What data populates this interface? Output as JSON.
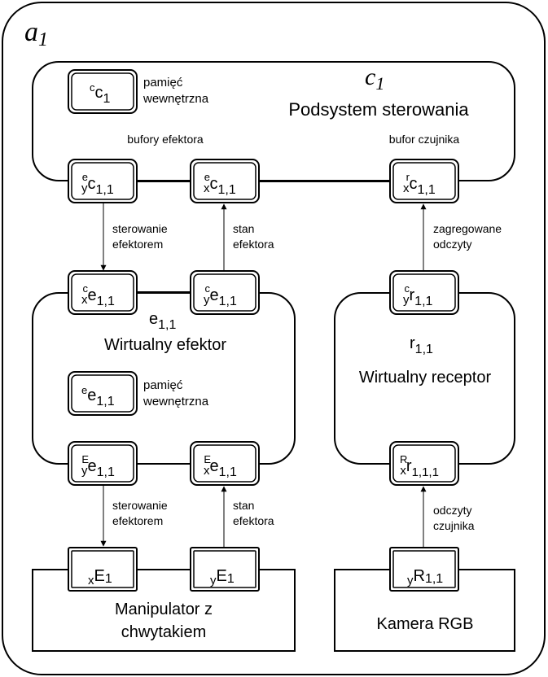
{
  "agent": {
    "name": "a",
    "sub": "1"
  },
  "control": {
    "name": "c",
    "sub": "1",
    "title": "Podsystem sterowania",
    "memory": {
      "sup": "c",
      "base": "c",
      "sub": "1",
      "label1": "pamięć",
      "label2": "wewnętrzna"
    },
    "effector_buffers_label": "bufory efektora",
    "sensor_buffer_label": "bufor czujnika",
    "ports": {
      "ye": {
        "sup": "e",
        "pre": "y",
        "base": "c",
        "sub": "1,1"
      },
      "xe": {
        "sup": "e",
        "pre": "x",
        "base": "c",
        "sub": "1,1"
      },
      "xr": {
        "sup": "r",
        "pre": "x",
        "base": "c",
        "sub": "1,1"
      }
    }
  },
  "effector": {
    "name": "e",
    "sub": "1,1",
    "title": "Wirtualny efektor",
    "memory": {
      "sup": "e",
      "base": "e",
      "sub": "1,1",
      "label1": "pamięć",
      "label2": "wewnętrzna"
    },
    "ports": {
      "xc": {
        "sup": "c",
        "pre": "x",
        "base": "e",
        "sub": "1,1"
      },
      "yc": {
        "sup": "c",
        "pre": "y",
        "base": "e",
        "sub": "1,1"
      },
      "yE": {
        "sup": "E",
        "pre": "y",
        "base": "e",
        "sub": "1,1"
      },
      "xE": {
        "sup": "E",
        "pre": "x",
        "base": "e",
        "sub": "1,1"
      }
    }
  },
  "receptor": {
    "name": "r",
    "sub": "1,1",
    "title": "Wirtualny receptor",
    "ports": {
      "yc": {
        "sup": "c",
        "pre": "y",
        "base": "r",
        "sub": "1,1"
      },
      "xR": {
        "sup": "R",
        "pre": "x",
        "base": "r",
        "sub": "1,1,1"
      }
    }
  },
  "manipulator": {
    "title1": "Manipulator z",
    "title2": "chwytakiem",
    "ports": {
      "x": {
        "pre": "x",
        "base": "E",
        "sub": "1"
      },
      "y": {
        "pre": "y",
        "base": "E",
        "sub": "1"
      }
    }
  },
  "camera": {
    "title": "Kamera RGB",
    "port": {
      "pre": "y",
      "base": "R",
      "sub": "1,1"
    }
  },
  "arrows": {
    "control_to_effector": {
      "l1": "sterowanie",
      "l2": "efektorem"
    },
    "effector_state_up": {
      "l1": "stan",
      "l2": "efektora"
    },
    "aggregated": {
      "l1": "zagregowane",
      "l2": "odczyty"
    },
    "effector_to_manip": {
      "l1": "sterowanie",
      "l2": "efektorem"
    },
    "manip_state_up": {
      "l1": "stan",
      "l2": "efektora"
    },
    "sensor_readings": {
      "l1": "odczyty",
      "l2": "czujnika"
    }
  }
}
